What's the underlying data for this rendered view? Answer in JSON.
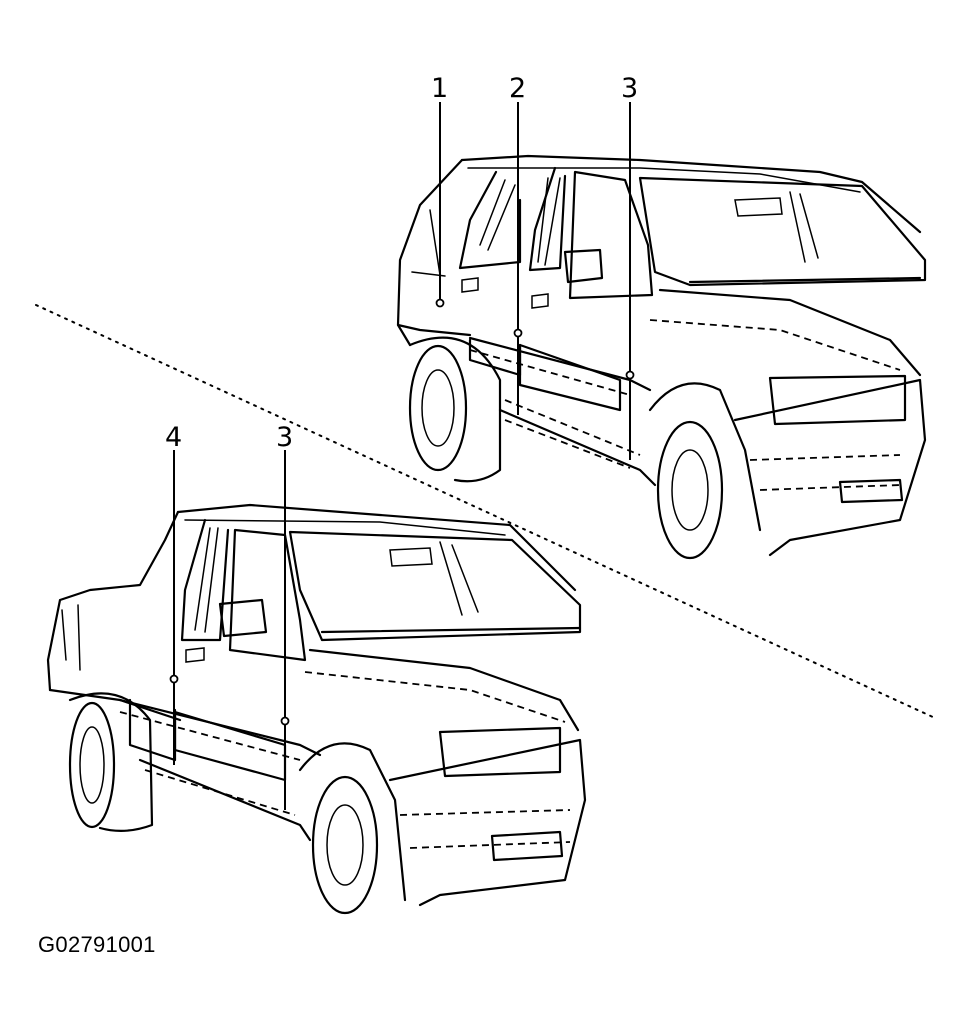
{
  "callouts": [
    {
      "id": "c1",
      "label": "1"
    },
    {
      "id": "c2",
      "label": "2"
    },
    {
      "id": "c3a",
      "label": "3"
    },
    {
      "id": "c4",
      "label": "4"
    },
    {
      "id": "c3b",
      "label": "3"
    }
  ],
  "figure_id": "G02791001"
}
